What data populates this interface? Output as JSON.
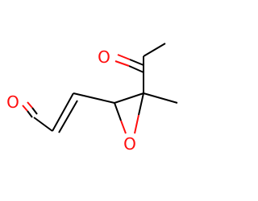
{
  "molecule": {
    "atoms": [
      {
        "id": "o_aldehyde",
        "symbol": "O"
      },
      {
        "id": "o_ketone",
        "symbol": "O"
      },
      {
        "id": "o_epoxide",
        "symbol": "O"
      }
    ]
  },
  "colors": {
    "bond": "#000000",
    "oxygen": "#ff0d0d",
    "background": "#ffffff"
  }
}
